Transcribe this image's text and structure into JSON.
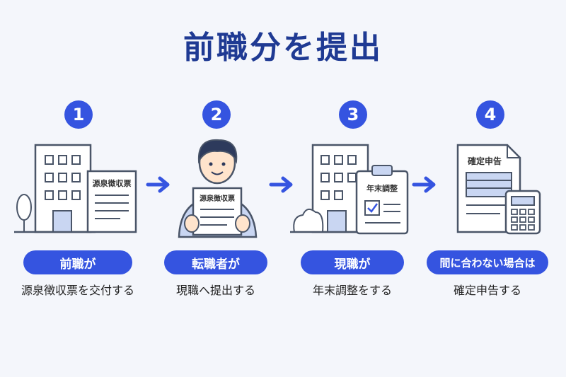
{
  "title": "前職分を提出",
  "steps": [
    {
      "number": "1",
      "actor": "前職が",
      "action": "源泉徴収票を交付する",
      "doc_label": "源泉徴収票"
    },
    {
      "number": "2",
      "actor": "転職者が",
      "action": "現職へ提出する",
      "doc_label": "源泉徴収票"
    },
    {
      "number": "3",
      "actor": "現職が",
      "action": "年末調整をする",
      "doc_label": "年末調整"
    },
    {
      "number": "4",
      "actor": "間に合わない場合は",
      "action": "確定申告する",
      "doc_label": "確定申告"
    }
  ],
  "colors": {
    "accent": "#3554e0",
    "title": "#1f3a93",
    "outline": "#4a5568",
    "fill_light": "#c9d6f2"
  },
  "icons": [
    "office-building-icon",
    "withholding-slip-icon",
    "person-holding-document-icon",
    "clipboard-check-icon",
    "tax-return-document-icon",
    "calculator-icon",
    "right-arrow-icon"
  ]
}
